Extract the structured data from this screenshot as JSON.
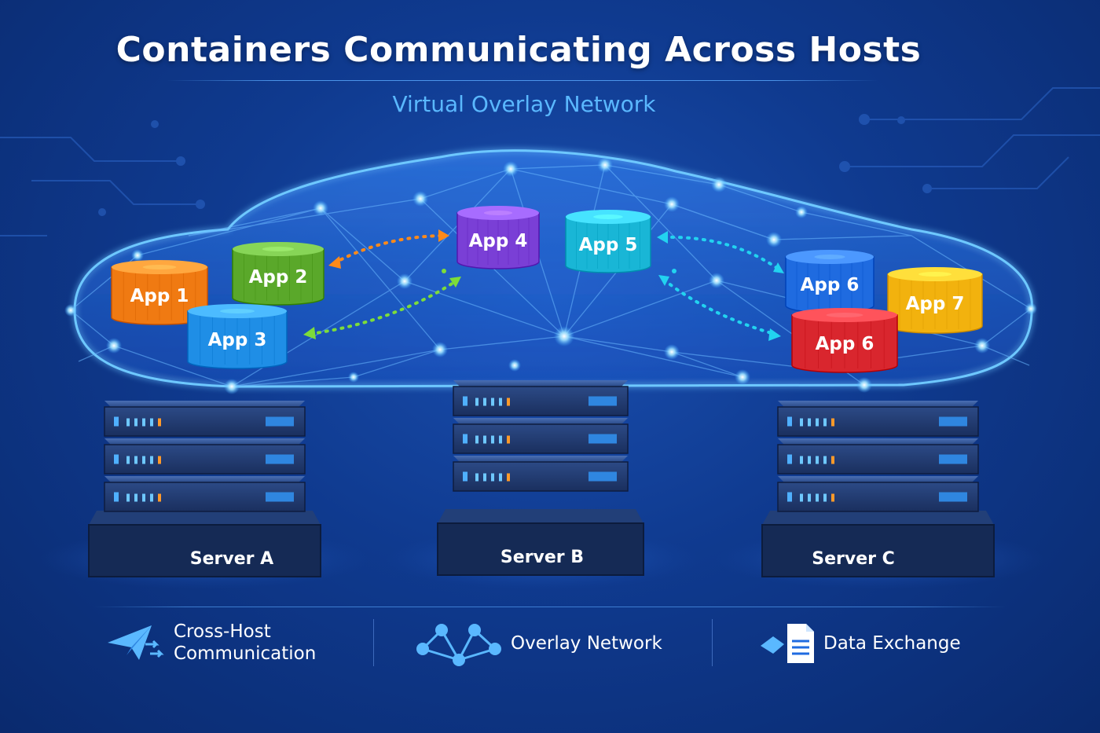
{
  "header": {
    "title": "Containers Communicating Across Hosts",
    "subtitle": "Virtual Overlay Network"
  },
  "apps": [
    {
      "label": "App 1",
      "color": "#f07a12"
    },
    {
      "label": "App 2",
      "color": "#5aa82a"
    },
    {
      "label": "App 3",
      "color": "#1f8ee6"
    },
    {
      "label": "App 4",
      "color": "#7a3fd6"
    },
    {
      "label": "App 5",
      "color": "#19b6d6"
    },
    {
      "label": "App 6",
      "color": "#1f6be0"
    },
    {
      "label": "App 7",
      "color": "#f2b20e"
    },
    {
      "label": "App 6",
      "color": "#d9262e"
    }
  ],
  "servers": [
    {
      "label": "Server A"
    },
    {
      "label": "Server B"
    },
    {
      "label": "Server C"
    }
  ],
  "links": [
    {
      "from": "App 2",
      "to": "App 4",
      "color": "#ff8a1a"
    },
    {
      "from": "App 3",
      "to": "App 4",
      "color": "#7ddc3a"
    },
    {
      "from": "App 5",
      "to": "App 6",
      "color": "#22d3f0"
    },
    {
      "from": "App 5",
      "to": "App 6",
      "color": "#22d3f0"
    }
  ],
  "footer": {
    "items": [
      {
        "icon": "paper-plane-icon",
        "line1": "Cross-Host",
        "line2": "Communication"
      },
      {
        "icon": "network-nodes-icon",
        "label": "Overlay Network"
      },
      {
        "icon": "document-icon",
        "label": "Data Exchange"
      }
    ]
  }
}
